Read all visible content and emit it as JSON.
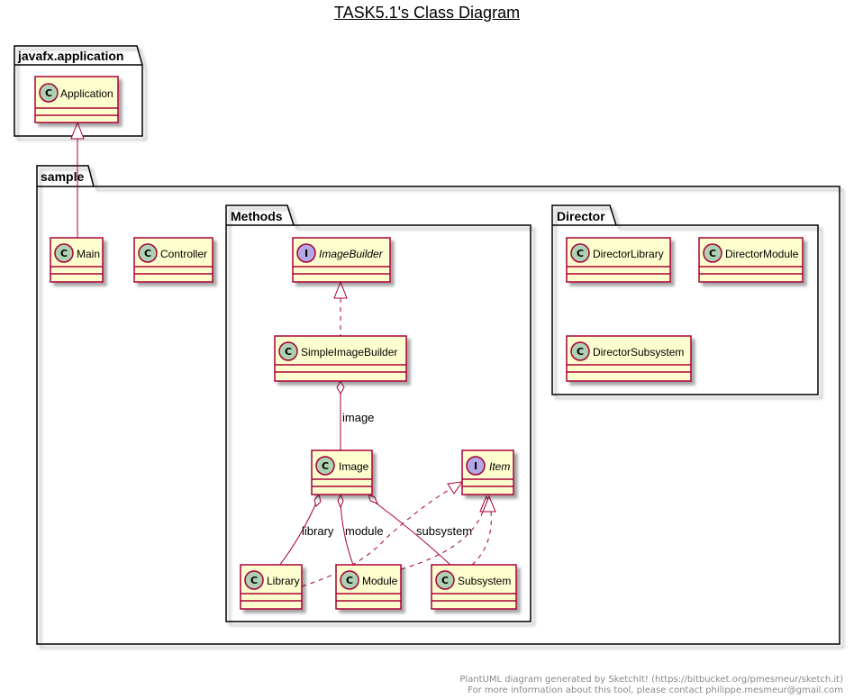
{
  "title": "TASK5.1's Class Diagram",
  "footer": {
    "line1": "PlantUML diagram generated by SketchIt! (https://bitbucket.org/pmesmeur/sketch.it)",
    "line2": "For more information about this tool, please contact philippe.mesmeur@gmail.com"
  },
  "colors": {
    "class_fill": "#FEFECE",
    "class_border": "#A80036",
    "class_badge": "#ADD1B2",
    "interface_badge": "#B4A7E5",
    "edge": "#A80036",
    "package_border": "#000000"
  },
  "packages": {
    "javafx_application": "javafx.application",
    "sample": "sample",
    "methods": "Methods",
    "director": "Director"
  },
  "classes": {
    "application": {
      "name": "Application",
      "kind": "C"
    },
    "main": {
      "name": "Main",
      "kind": "C"
    },
    "controller": {
      "name": "Controller",
      "kind": "C"
    },
    "image_builder": {
      "name": "ImageBuilder",
      "kind": "I"
    },
    "simple_image_builder": {
      "name": "SimpleImageBuilder",
      "kind": "C"
    },
    "image": {
      "name": "Image",
      "kind": "C"
    },
    "item": {
      "name": "Item",
      "kind": "I"
    },
    "library": {
      "name": "Library",
      "kind": "C"
    },
    "module": {
      "name": "Module",
      "kind": "C"
    },
    "subsystem": {
      "name": "Subsystem",
      "kind": "C"
    },
    "director_library": {
      "name": "DirectorLibrary",
      "kind": "C"
    },
    "director_module": {
      "name": "DirectorModule",
      "kind": "C"
    },
    "director_subsystem": {
      "name": "DirectorSubsystem",
      "kind": "C"
    }
  },
  "edge_labels": {
    "image": "image",
    "library": "library",
    "module": "module",
    "subsystem": "subsystem"
  }
}
